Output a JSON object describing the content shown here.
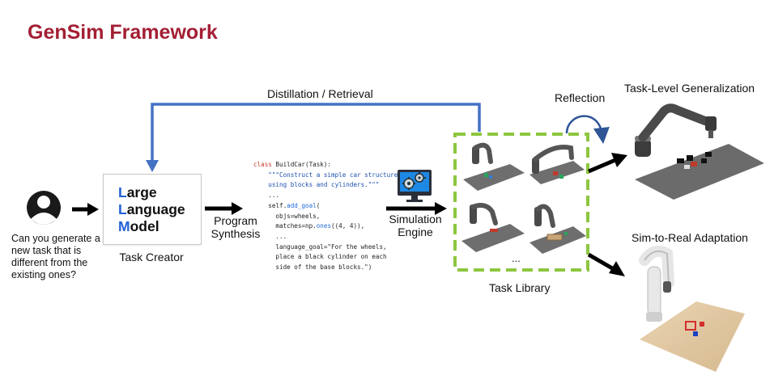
{
  "title": "GenSim Framework",
  "user": {
    "icon": "person-icon",
    "question": "Can you generate a new task that is different from the existing ones?"
  },
  "llm": {
    "lines": [
      {
        "initial": "L",
        "rest": "arge"
      },
      {
        "initial": "L",
        "rest": "anguage"
      },
      {
        "initial": "M",
        "rest": "odel"
      }
    ],
    "caption": "Task Creator"
  },
  "labels": {
    "program_synthesis": "Program Synthesis",
    "distillation": "Distillation / Retrieval",
    "simulation_engine": "Simulation Engine",
    "reflection": "Reflection",
    "task_library": "Task Library",
    "ellipsis": "...",
    "task_level_generalization": "Task-Level Generalization",
    "sim_to_real": "Sim-to-Real Adaptation"
  },
  "code": {
    "l1_kw": "class",
    "l1_rest": " BuildCar(Task):",
    "l2": "    \"\"\"Construct a simple car structure",
    "l3": "    using blocks and cylinders.\"\"\"",
    "l4": "    ...",
    "l5_pre": "    self.",
    "l5_fn": "add_goal",
    "l5_post": "(",
    "l6": "      objs=wheels,",
    "l7_pre": "      matches=np.",
    "l7_fn": "ones",
    "l7_post": "((4, 4)),",
    "l8": "      ...",
    "l9": "      language_goal=\"For the wheels,",
    "l10": "      place a black cylinder on each",
    "l11": "      side of the base blocks.\")"
  },
  "colors": {
    "title": "#a31f34",
    "retrieval_arrow": "#4472c4",
    "library_border": "#8dc63f",
    "reflection_arrow": "#2f5597",
    "llm_initial": "#1f5fd6"
  },
  "icons": [
    "person-icon",
    "monitor-gear-icon",
    "robot-arm-icon",
    "reflection-arrow-icon"
  ]
}
